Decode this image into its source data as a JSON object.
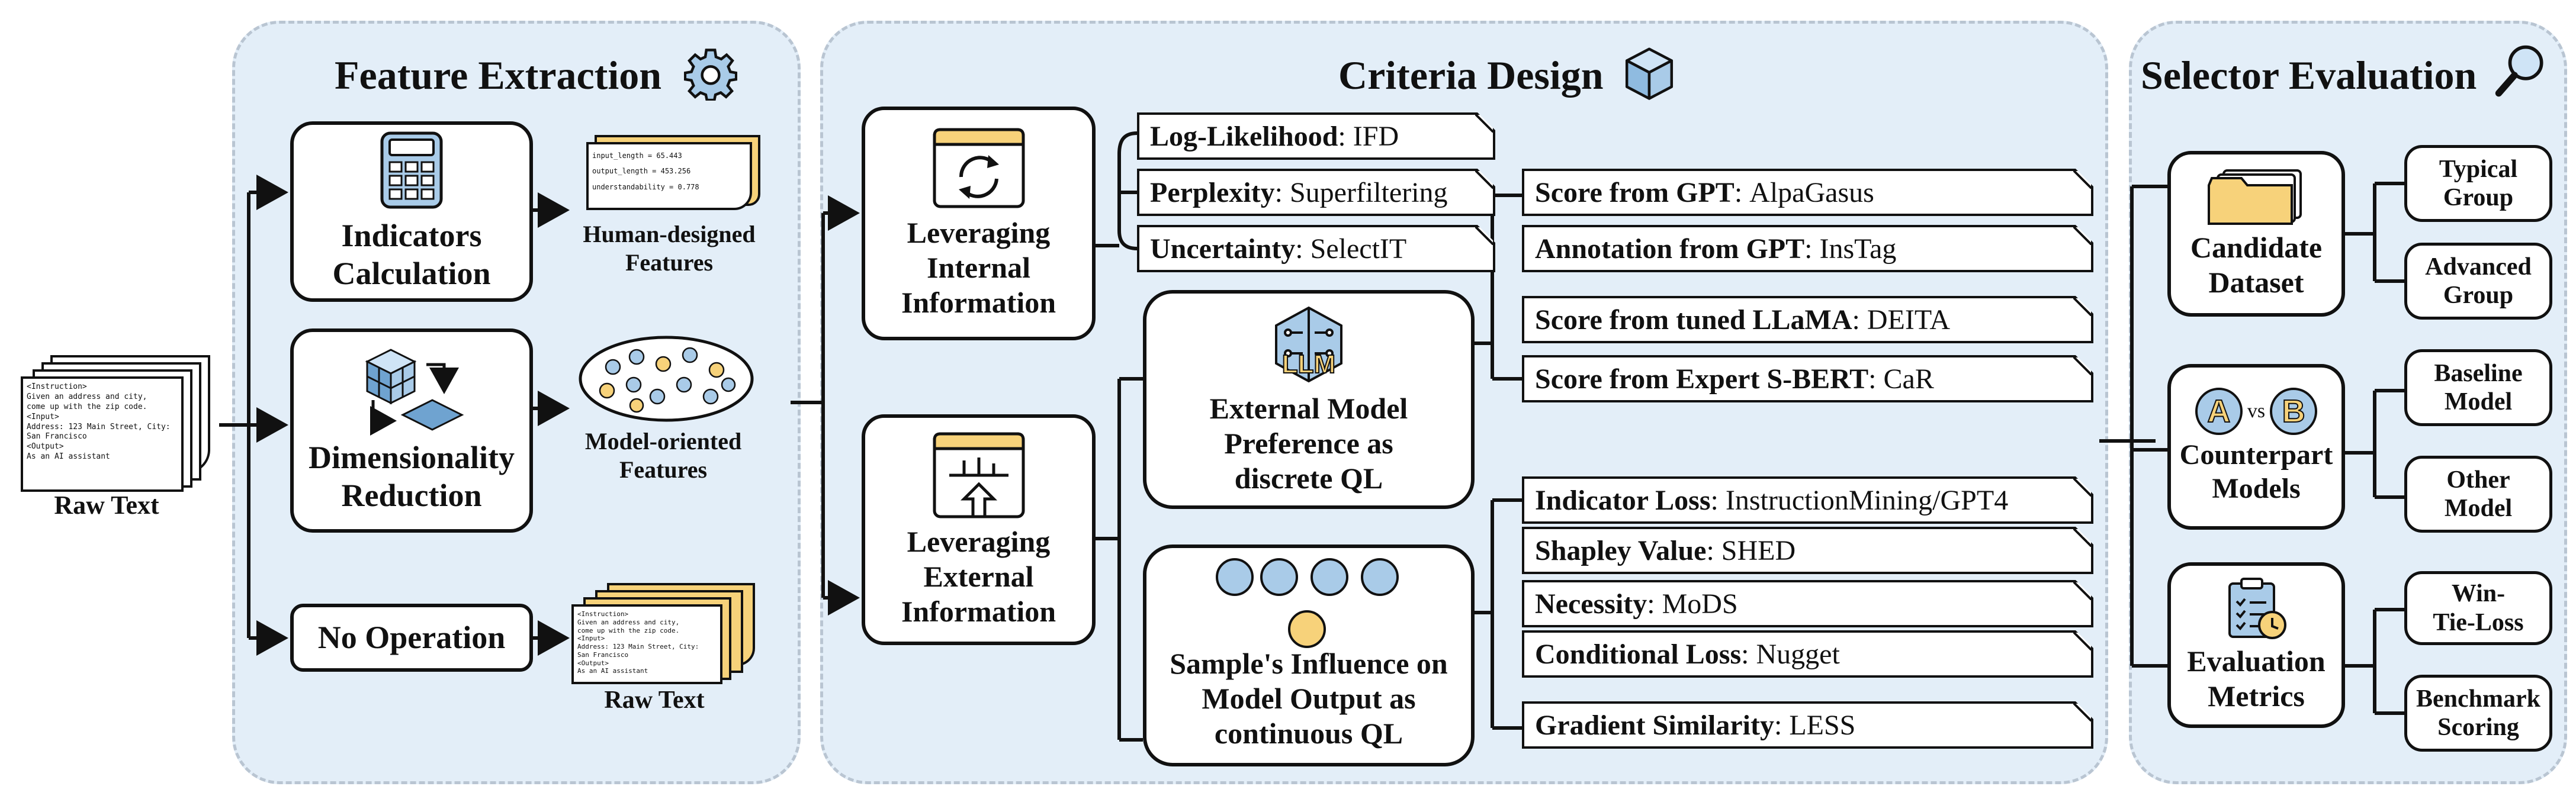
{
  "panels": {
    "feature_extraction": "Feature Extraction",
    "criteria_design": "Criteria Design",
    "selector_evaluation": "Selector Evaluation"
  },
  "raw_text_left": {
    "label": "Raw Text",
    "lines": [
      "<Instruction>",
      "Given an address and city,",
      "come up with the zip code.",
      "<Input>",
      "Address: 123 Main Street, City:",
      "San Francisco",
      "<Output>",
      "As an AI assistant"
    ]
  },
  "feature_extraction": {
    "indicators": "Indicators Calculation",
    "dimensionality": "Dimensionality Reduction",
    "no_operation": "No Operation",
    "human_features": "Human-designed Features",
    "human_features_lines": [
      "input_length = 65.443",
      "output_length = 453.256",
      "understandability = 0.778"
    ],
    "model_features": "Model-oriented Features",
    "raw_text": "Raw Text"
  },
  "criteria": {
    "internal": "Leveraging Internal Information",
    "external": "Leveraging External Information",
    "external_model": "External Model Preference as discrete QL",
    "sample_influence": "Sample's Influence on Model Output as continuous QL",
    "llm_badge": "LLM",
    "internal_tags": [
      {
        "key": "Log-Likelihood",
        "value": "IFD"
      },
      {
        "key": "Perplexity",
        "value": "Superfiltering"
      },
      {
        "key": "Uncertainty",
        "value": "SelectIT"
      }
    ],
    "discrete_tags": [
      {
        "key": "Score from GPT",
        "value": "AlpaGasus"
      },
      {
        "key": "Annotation from GPT",
        "value": "InsTag"
      },
      {
        "key": "Score from tuned LLaMA",
        "value": "DEITA"
      },
      {
        "key": "Score from Expert S-BERT",
        "value": "CaR"
      }
    ],
    "continuous_tags": [
      {
        "key": "Indicator Loss",
        "value": "InstructionMining/GPT4"
      },
      {
        "key": "Shapley Value",
        "value": "SHED"
      },
      {
        "key": "Necessity",
        "value": "MoDS"
      },
      {
        "key": "Conditional Loss",
        "value": "Nugget"
      },
      {
        "key": "Gradient Similarity",
        "value": "LESS"
      }
    ]
  },
  "selector": {
    "candidate": "Candidate Dataset",
    "counterpart": "Counterpart Models",
    "evaluation": "Evaluation Metrics",
    "vs": "vs",
    "model_a": "A",
    "model_b": "B",
    "typical": "Typical Group",
    "advanced": "Advanced Group",
    "baseline": "Baseline Model",
    "other": "Other Model",
    "win_tie": "Win-Tie-Loss",
    "benchmark": "Benchmark Scoring"
  },
  "colors": {
    "panel_bg": "#e3eef8",
    "accent_blue": "#a9cbe8",
    "accent_yellow": "#f7d27a"
  }
}
